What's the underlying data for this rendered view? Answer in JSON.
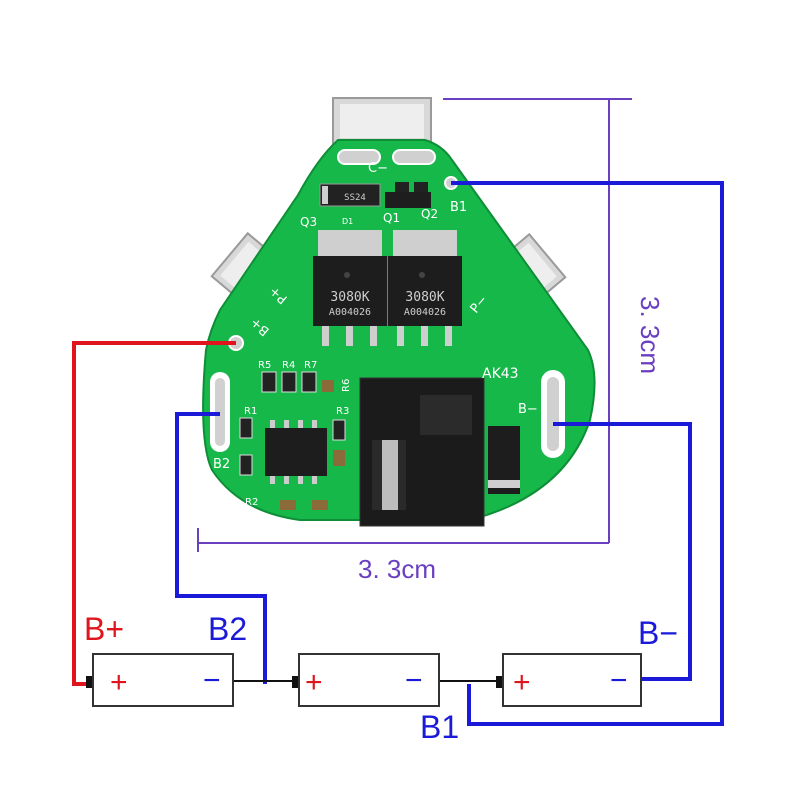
{
  "board": {
    "connector_c": "C−",
    "connector_b1": "B1",
    "connector_p_plus": "P+",
    "connector_b_plus": "B+",
    "connector_p_minus": "P−",
    "connector_b_minus": "B−",
    "connector_b2": "B2",
    "model": "AK43",
    "q1": "Q1",
    "q2": "Q2",
    "q3": "Q3",
    "d1": "D1",
    "r1": "R1",
    "r2": "R2",
    "r3": "R3",
    "r4": "R4",
    "r5": "R5",
    "r6": "R6",
    "r7": "R7",
    "mosfet_part": "3080K",
    "mosfet_code": "A004026",
    "diode_code": "SS24"
  },
  "dimensions": {
    "height_label": "3. 3cm",
    "width_label": "3. 3cm"
  },
  "wiring": {
    "b_plus": "B+",
    "b2": "B2",
    "b1": "B1",
    "b_minus": "B−"
  },
  "cells": [
    {
      "plus": "+",
      "minus": "−"
    },
    {
      "plus": "+",
      "minus": "−"
    },
    {
      "plus": "+",
      "minus": "−"
    }
  ],
  "colors": {
    "pcb_green": "#16b84a",
    "wire_red": "#e0141c",
    "wire_blue": "#1a1ad8",
    "dimension_purple": "#6a3fc0"
  }
}
